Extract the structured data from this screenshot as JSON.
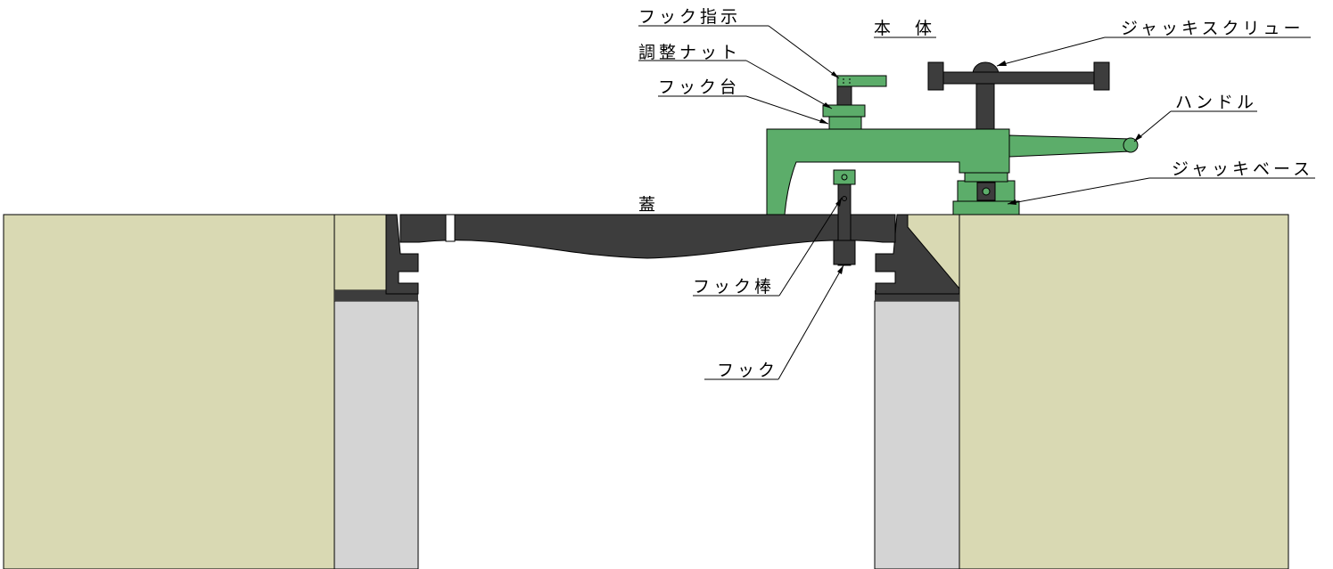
{
  "labels": {
    "hook_indicator": "フック指示",
    "adjust_nut": "調整ナット",
    "hook_base": "フック台",
    "main_body": "本　体",
    "jack_screw": "ジャッキスクリュー",
    "handle": "ハンドル",
    "jack_base": "ジャッキベース",
    "lid": "蓋",
    "hook_rod": "フック棒",
    "hook": "フック"
  },
  "colors": {
    "ground": "#d9d9b3",
    "concrete": "#d4d4d4",
    "iron": "#3d3d3d",
    "tool_green": "#5cad6a",
    "line": "#000000",
    "background": "#ffffff"
  }
}
